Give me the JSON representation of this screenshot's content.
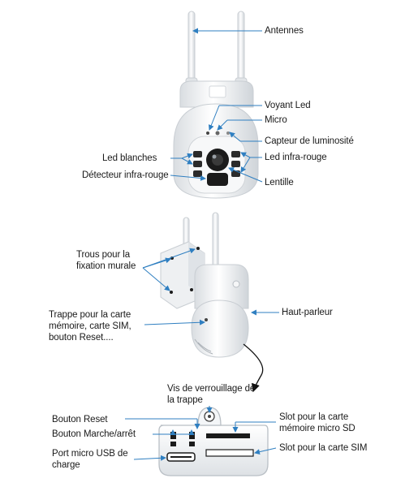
{
  "labels": {
    "antennes": "Antennes",
    "voyant_led": "Voyant Led",
    "micro": "Micro",
    "capteur_luminosite": "Capteur de luminosité",
    "led_infra_rouge": "Led infra-rouge",
    "led_blanches": "Led blanches",
    "detecteur_infra_rouge": "Détecteur infra-rouge",
    "lentille": "Lentille",
    "trous_fixation": "Trous pour la\nfixation murale",
    "haut_parleur": "Haut-parleur",
    "trappe": "Trappe pour la carte\nmémoire, carte SIM,\nbouton Reset....",
    "vis_verrouillage": "Vis de verrouillage de\nla trappe",
    "bouton_reset": "Bouton Reset",
    "bouton_marche_arret": "Bouton Marche/arrêt",
    "port_micro_usb": "Port micro USB de\ncharge",
    "slot_carte_sd": "Slot pour la carte\nmémoire micro SD",
    "slot_carte_sim": "Slot pour la carte SIM"
  },
  "colors": {
    "leader": "#2f7fc1",
    "device_body": "#f2f4f6",
    "device_outline": "#c9ced3",
    "lens": "#1b1b1b"
  }
}
